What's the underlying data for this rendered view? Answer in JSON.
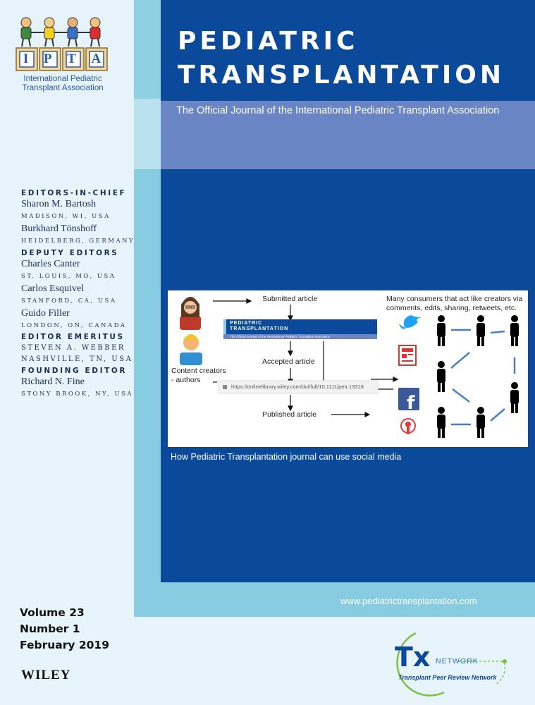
{
  "journal": {
    "title_line1": "PEDIATRIC",
    "title_line2": "TRANSPLANTATION",
    "subtitle": "The Official Journal of the International Pediatric Transplant Association"
  },
  "society_logo": {
    "letters": [
      "I",
      "P",
      "T",
      "A"
    ],
    "name_line1": "International Pediatric",
    "name_line2": "Transplant Association"
  },
  "editors": {
    "chiefs_role": "EDITORS-IN-CHIEF",
    "chief1_name": "Sharon M. Bartosh",
    "chief1_loc": "Madison, WI, USA",
    "chief2_name": "Burkhard Tönshoff",
    "chief2_loc": "Heidelberg, Germany",
    "deputy_role": "DEPUTY EDITORS",
    "deputy1_name": "Charles Canter",
    "deputy1_loc": "St. Louis, MO, USA",
    "deputy2_name": "Carlos Esquivel",
    "deputy2_loc": "Stanford, CA, USA",
    "deputy3_name": "Guido Filler",
    "deputy3_loc": "London, ON, Canada",
    "emeritus_role": "EDITOR EMERITUS",
    "emeritus_name": "Steven A. Webber",
    "emeritus_loc": "Nashville, TN, USA",
    "founding_role": "FOUNDING EDITOR",
    "founding_name": "Richard N. Fine",
    "founding_loc": "Stony Brook, NY, USA"
  },
  "figure": {
    "submitted": "Submitted article",
    "accepted": "Accepted article",
    "published": "Published article",
    "creators_line1": "Content creators",
    "creators_line2": "- authors",
    "consumers_line1": "Many consumers that act like creators via",
    "consumers_line2": "comments, edits, sharing, retweets, etc.",
    "mini_title1": "PEDIATRIC",
    "mini_title2": "TRANSPLANTATION",
    "mini_subtitle": "The Official Journal of the International Pediatric Transplant Association",
    "browser_url": "https://onlinelibrary.wiley.com/doi/full/10.1111/petr.13318",
    "caption": "How Pediatric Transplantation journal can use social media"
  },
  "issue": {
    "volume": "Volume 23",
    "number": "Number 1",
    "date": "February 2019"
  },
  "website": "www.pediatrictransplantation.com",
  "publisher": "WILEY",
  "tx_logo": {
    "mark": "Tx",
    "network": "NETWORK",
    "tagline": "Transplant Peer Review Network"
  },
  "colors": {
    "blue": "#0b4a9a",
    "light_blue": "#87cce1",
    "subtitle_band": "#6a85c3",
    "twitter": "#1da1f2",
    "facebook": "#3b5998"
  }
}
